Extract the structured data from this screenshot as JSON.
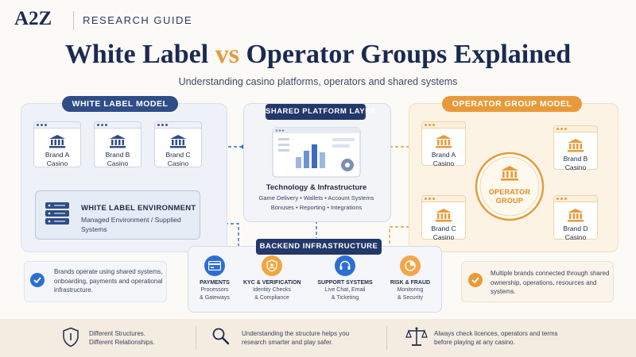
{
  "header": {
    "logo": "A2Z",
    "tag": "RESEARCH GUIDE"
  },
  "title": {
    "part1": "White Label",
    "part2": "vs",
    "part3": "Operator Groups Explained",
    "subtitle": "Understanding casino platforms, operators and shared systems"
  },
  "white_label": {
    "pill": "WHITE LABEL MODEL",
    "brands": [
      "Brand A\nCasino",
      "Brand B\nCasino",
      "Brand C\nCasino"
    ],
    "env_title": "WHITE LABEL ENVIRONMENT",
    "env_text": "Managed Environment / Supplied Systems",
    "note": "Brands operate using shared systems, onboarding, payments and operational infrastructure."
  },
  "shared": {
    "pill": "SHARED PLATFORM LAYER",
    "title": "Technology & Infrastructure",
    "line1": "Game Delivery • Wallets • Account Systems",
    "line2": "Bonuses • Reporting • Integrations"
  },
  "operator": {
    "pill": "OPERATOR GROUP MODEL",
    "brand_a": "Brand A\nCasino",
    "brand_b": "Brand B\nCasino",
    "brand_c": "Brand C\nCasino",
    "brand_d": "Brand D\nCasino",
    "center": "OPERATOR\nGROUP",
    "note": "Multiple brands connected through shared ownership, operations, resources and systems."
  },
  "backend": {
    "pill": "BACKEND INFRASTRUCTURE",
    "items": [
      {
        "title": "PAYMENTS",
        "desc": "Processors\n& Gateways",
        "icon": "card-icon"
      },
      {
        "title": "KYC & VERIFICATION",
        "desc": "Identity Checks\n& Compliance",
        "icon": "id-shield-icon"
      },
      {
        "title": "SUPPORT SYSTEMS",
        "desc": "Live Chat, Email\n& Ticketing",
        "icon": "headset-icon"
      },
      {
        "title": "RISK & FRAUD",
        "desc": "Monitoring\n& Security",
        "icon": "pie-chart-icon"
      }
    ]
  },
  "footer": {
    "item1": "Different Structures.\nDifferent Relationships.",
    "item2": "Understanding the structure helps you\nresearch smarter and play safer.",
    "item3": "Always check licences, operators and terms\nbefore playing at any casino."
  },
  "colors": {
    "navy": "#1b2a52",
    "blue": "#2f4d86",
    "orange": "#e89a3a",
    "kyc_orange": "#f0a640",
    "support_blue": "#2c6fd1",
    "risk_orange": "#f3a64a"
  }
}
